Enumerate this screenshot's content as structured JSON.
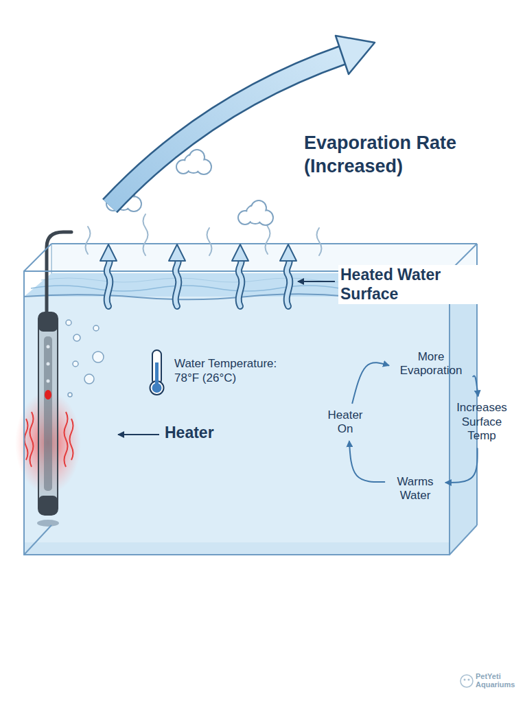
{
  "diagram": {
    "nodes": [
      {
        "text": [
          "More Evaporation"
        ]
      },
      {
        "text": [
          "Increases Surface Temp"
        ]
      },
      {
        "text": [
          "Warms Water"
        ]
      },
      {
        "text": [
          "Heater On"
        ]
      }
    ],
    "edges": [
      {
        "from": 0,
        "to": 1,
        "arrow": "to"
      },
      {
        "from": 1,
        "to": 2,
        "arrow": "to"
      },
      {
        "from": 2,
        "to": 3,
        "arrow": "to"
      },
      {
        "from": 3,
        "to": 0,
        "arrow": "to"
      }
    ],
    "labels": [
      "Evaporation Rate (Increased)",
      "Heated Water Surface",
      "Water Temperature: 78°F (26°C)",
      "Heater",
      "PetYeti Aquariums"
    ]
  }
}
